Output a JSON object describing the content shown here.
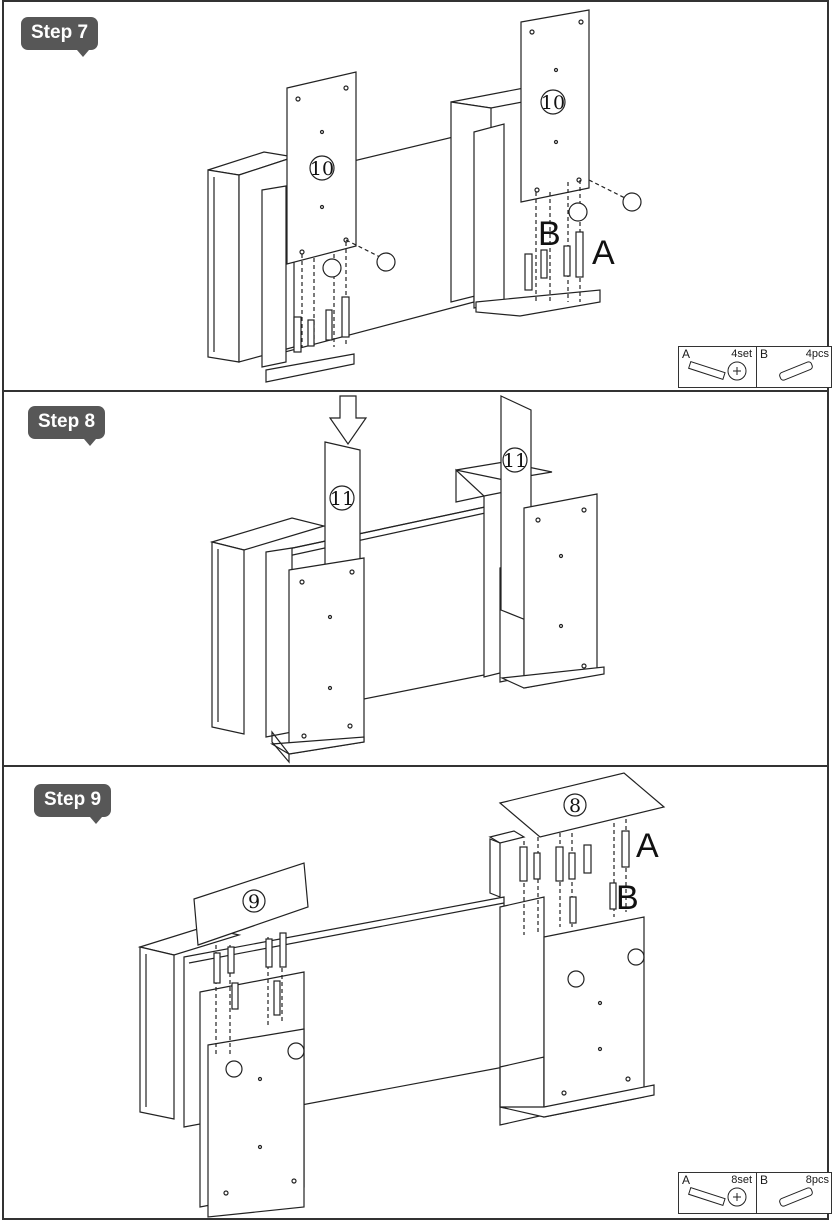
{
  "steps": [
    {
      "title": "Step 7",
      "panel_numbers": [
        "10",
        "10"
      ],
      "labels": [
        "B",
        "A"
      ],
      "legend": {
        "a_letter": "A",
        "a_qty": "4set",
        "b_letter": "B",
        "b_qty": "4pcs"
      }
    },
    {
      "title": "Step 8",
      "panel_numbers": [
        "11",
        "11"
      ]
    },
    {
      "title": "Step 9",
      "panel_numbers": [
        "8",
        "9"
      ],
      "labels": [
        "A",
        "B"
      ],
      "legend": {
        "a_letter": "A",
        "a_qty": "8set",
        "b_letter": "B",
        "b_qty": "8pcs"
      }
    }
  ]
}
